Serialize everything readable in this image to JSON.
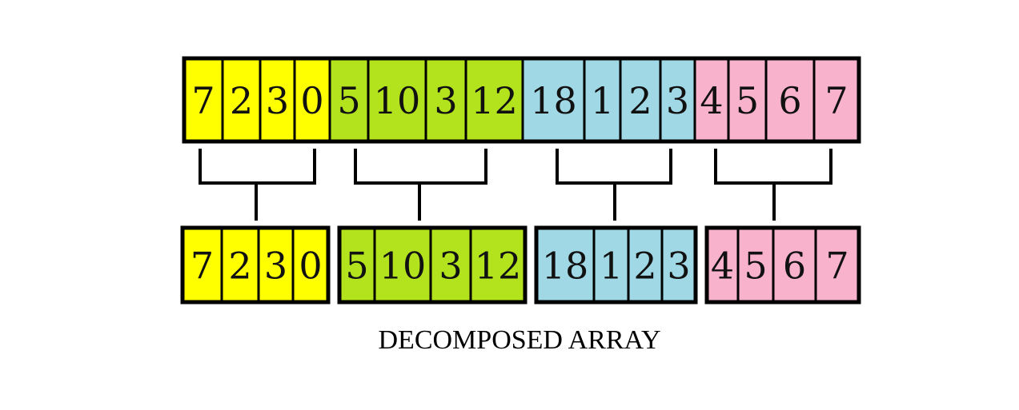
{
  "caption": "DECOMPOSED ARRAY",
  "colors": {
    "outline": "#000000",
    "text": "#111111",
    "groups": [
      "#ffff00",
      "#b2e31c",
      "#a0d8e6",
      "#f9b2cb"
    ]
  },
  "full_array": {
    "groups": [
      {
        "color_index": 0,
        "values": [
          "7",
          "2",
          "3",
          "0"
        ]
      },
      {
        "color_index": 1,
        "values": [
          "5",
          "10",
          "3",
          "12"
        ]
      },
      {
        "color_index": 2,
        "values": [
          "18",
          "1",
          "2",
          "3"
        ]
      },
      {
        "color_index": 3,
        "values": [
          "4",
          "5",
          "6",
          "7"
        ]
      }
    ]
  },
  "sub_arrays": [
    {
      "color_index": 0,
      "values": [
        "7",
        "2",
        "3",
        "0"
      ]
    },
    {
      "color_index": 1,
      "values": [
        "5",
        "10",
        "3",
        "12"
      ]
    },
    {
      "color_index": 2,
      "values": [
        "18",
        "1",
        "2",
        "3"
      ]
    },
    {
      "color_index": 3,
      "values": [
        "4",
        "5",
        "6",
        "7"
      ]
    }
  ]
}
